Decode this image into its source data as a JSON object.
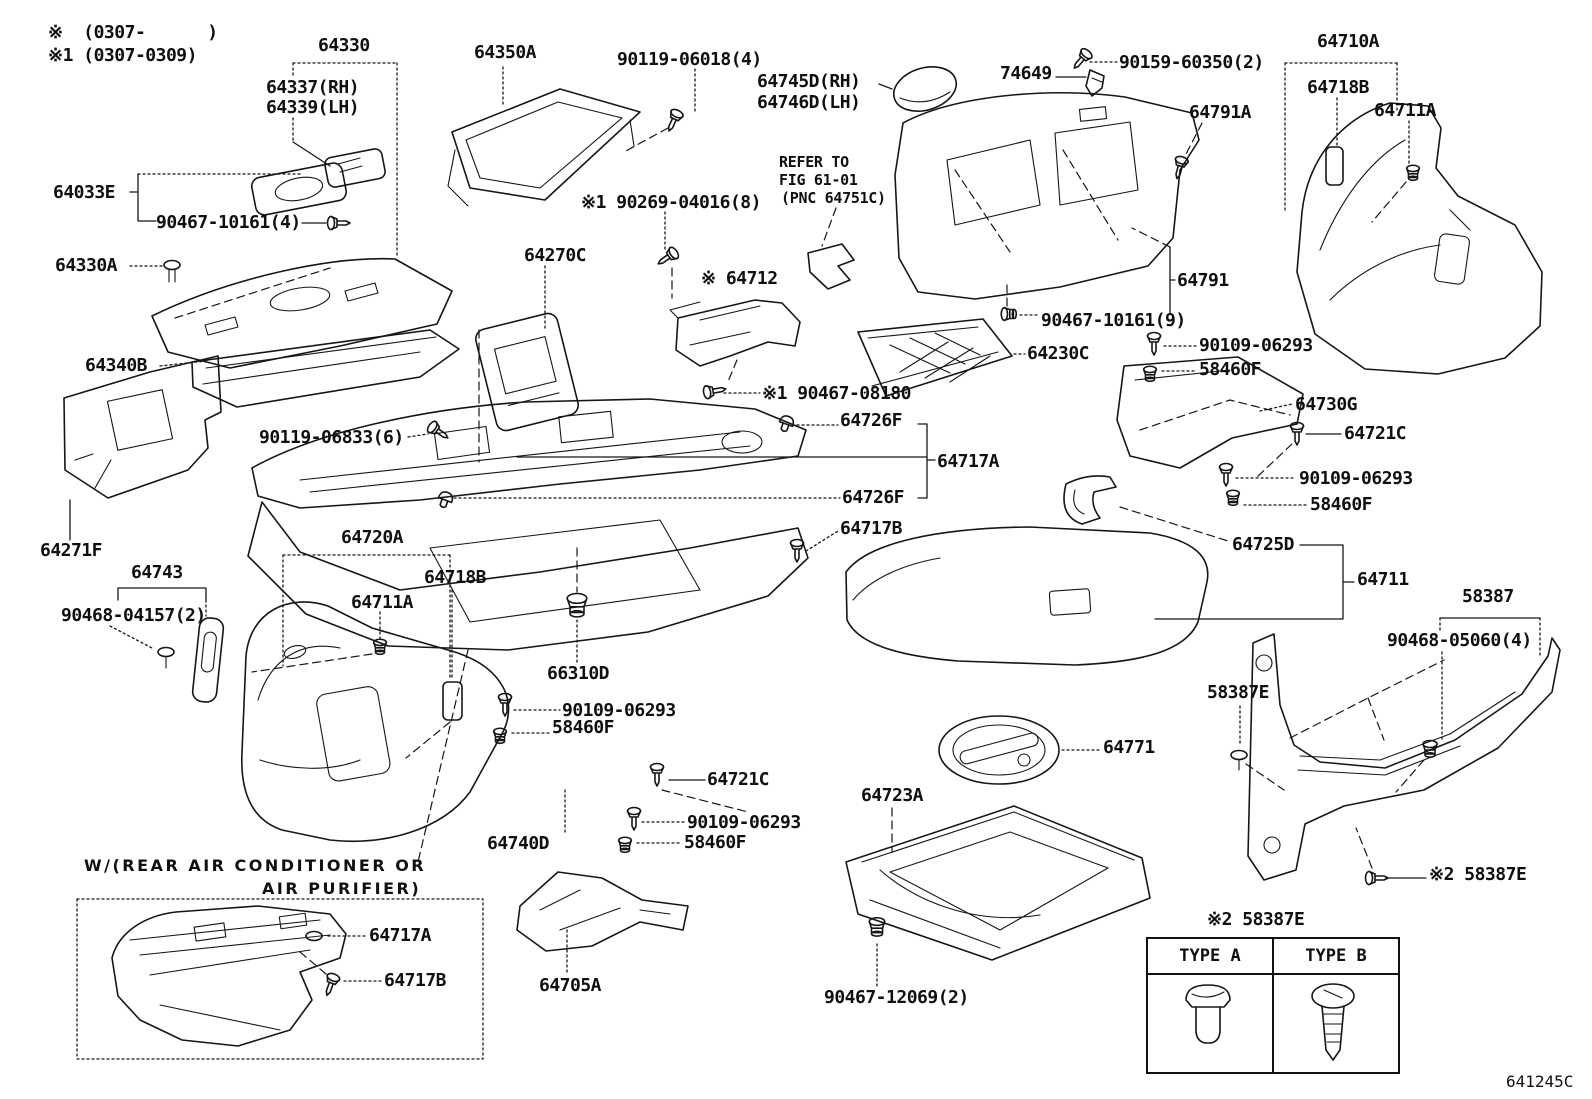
{
  "notes": [
    "※  (0307-      )",
    "※1 (0307-0309)"
  ],
  "refer": [
    "REFER TO",
    "FIG 61-01",
    "(PNC 64751C)"
  ],
  "box": {
    "caption1": "W/(REAR AIR CONDITIONER OR",
    "caption2": "AIR PURIFIER)"
  },
  "table": {
    "caption": "※2 58387E",
    "col_a": "TYPE A",
    "col_b": "TYPE B"
  },
  "footer": {
    "code": "641245C"
  },
  "colors": {
    "ink": "#101010",
    "background": "#ffffff"
  },
  "labels": {
    "n64330": "64330",
    "n64337": "64337(RH)",
    "n64339": "64339(LH)",
    "n64033E": "64033E",
    "n90467_10161_4": "90467-10161(4)",
    "n64330A": "64330A",
    "n64340B": "64340B",
    "n64271F": "64271F",
    "n90119_06833": "90119-06833(6)",
    "n64720A": "64720A",
    "n64743": "64743",
    "n90468_04157": "90468-04157(2)",
    "n64711A_l": "64711A",
    "n64718B_l": "64718B",
    "n66310D": "66310D",
    "n90109_a": "90109-06293",
    "n58460F_a": "58460F",
    "n64721C_l": "64721C",
    "n90109_b": "90109-06293",
    "n58460F_b": "58460F",
    "n64740D": "64740D",
    "n64717A_box": "64717A",
    "n64717B_box": "64717B",
    "n64705A": "64705A",
    "n90467_12069": "90467-12069(2)",
    "n64350A": "64350A",
    "n90119_06018": "90119-06018(4)",
    "n64270C": "64270C",
    "n90269_04016": "※1 90269-04016(8)",
    "n64712": "※ 64712",
    "n64745D": "64745D(RH)",
    "n64746D": "64746D(LH)",
    "n90467_08180": "※1 90467-08180",
    "n64726F_u": "64726F",
    "n64717A_c": "64717A",
    "n64726F_d": "64726F",
    "n64717B_c": "64717B",
    "n64230C": "64230C",
    "n74649": "74649",
    "n90159_60350": "90159-60350(2)",
    "n64710A": "64710A",
    "n64718B_r": "64718B",
    "n64711A_r": "64711A",
    "n64791A": "64791A",
    "n64791": "64791",
    "n90467_10161_9": "90467-10161(9)",
    "n90109_c": "90109-06293",
    "n58460F_c": "58460F",
    "n64730G": "64730G",
    "n64721C_r": "64721C",
    "n90109_d": "90109-06293",
    "n58460F_d": "58460F",
    "n64725D": "64725D",
    "n64711": "64711",
    "n58387": "58387",
    "n90468_05060": "90468-05060(4)",
    "n58387E": "58387E",
    "n64771": "64771",
    "n64723A": "64723A",
    "n58387E_2a": "※2 58387E",
    "n58387E_2b": "※2 58387E"
  }
}
